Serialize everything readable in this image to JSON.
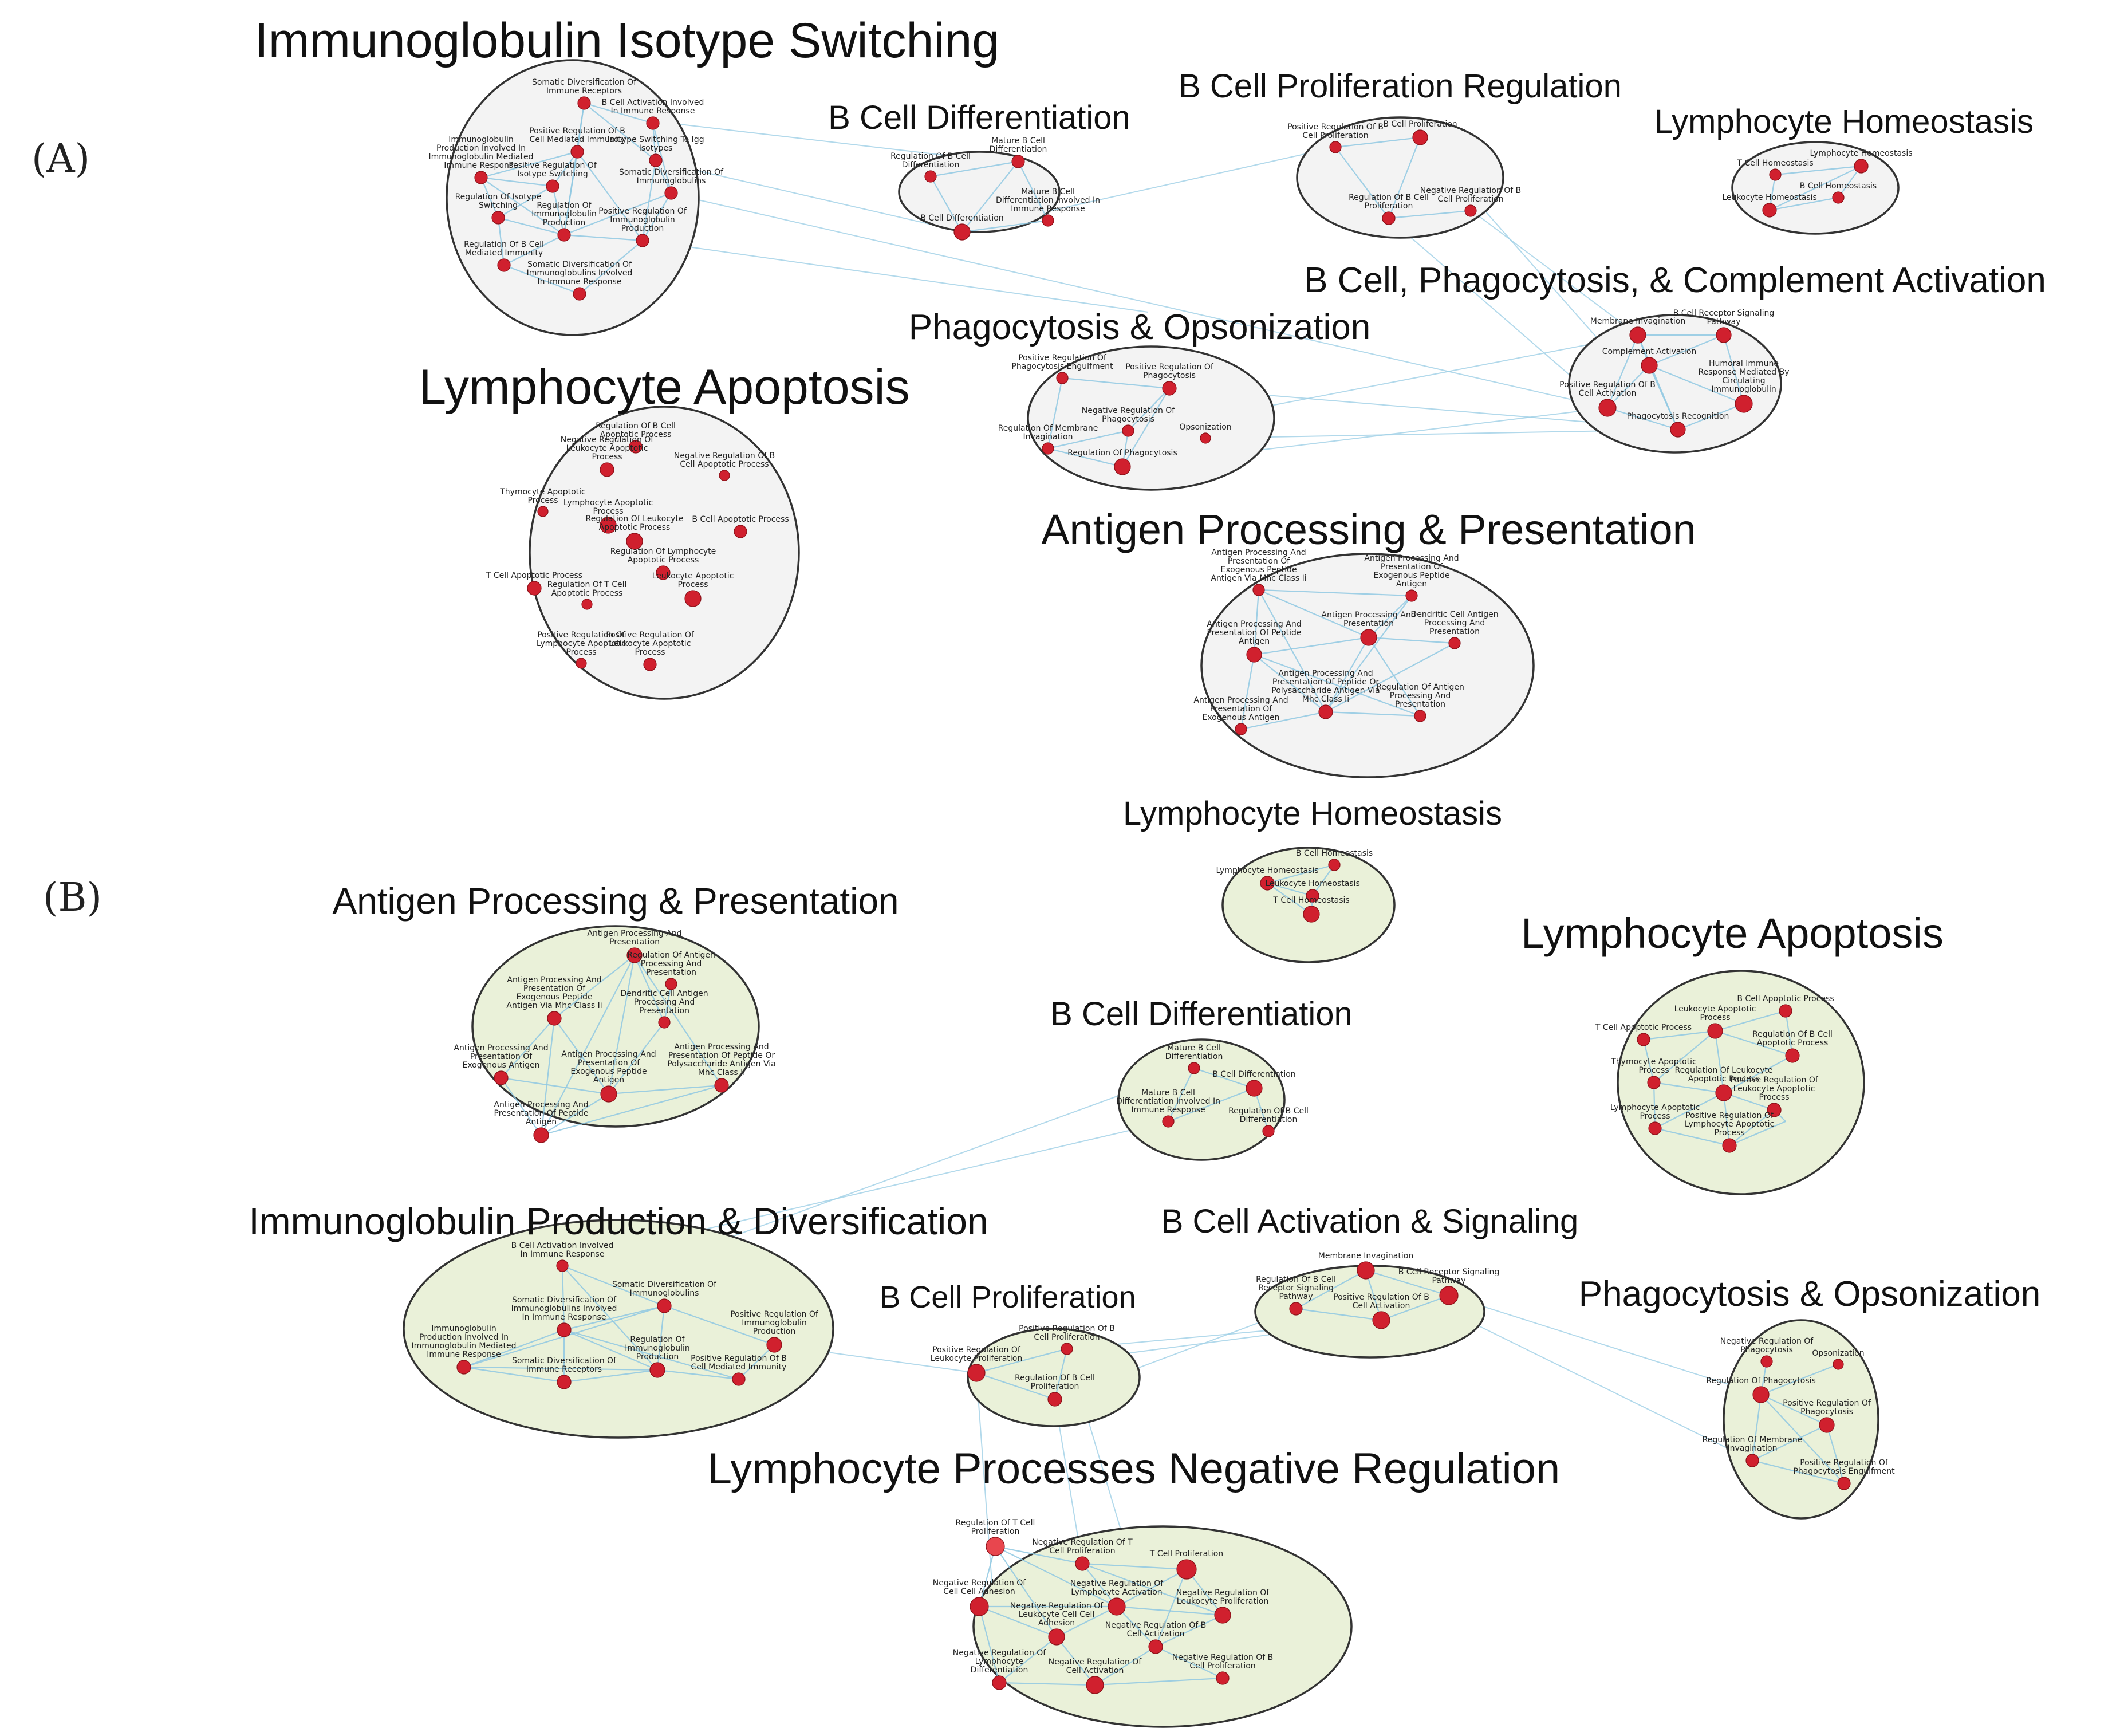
{
  "panels": [
    {
      "id": "A",
      "label": "(A)",
      "clusters": [
        {
          "id": "A_ig",
          "title": "Immunoglobulin Isotype Switching",
          "fill": "#f3f3f3",
          "nodes": [
            [
              "Somatic Diversification Of\nImmune Receptors"
            ],
            [
              "B Cell Activation Involved\nIn Immune Response"
            ],
            [
              "Immunoglobulin\nProduction Involved In\nImmunoglobulin Mediated\nImmune Response"
            ],
            [
              "Positive Regulation Of B\nCell Mediated Immunity"
            ],
            [
              "Isotype Switching To Igg\nIsotypes"
            ],
            [
              "Positive Regulation Of\nIsotype Switching"
            ],
            [
              "Somatic Diversification Of\nImmunoglobulins"
            ],
            [
              "Regulation Of Isotype\nSwitching"
            ],
            [
              "Regulation Of\nImmunoglobulin\nProduction"
            ],
            [
              "Positive Regulation Of\nImmunoglobulin\nProduction"
            ],
            [
              "Regulation Of B Cell\nMediated Immunity"
            ],
            [
              "Somatic Diversification Of\nImmunoglobulins Involved\nIn Immune Response"
            ]
          ]
        },
        {
          "id": "A_bdiff",
          "title": "B Cell Differentiation",
          "fill": "#f3f3f3",
          "nodes": [
            [
              "Regulation Of B Cell\nDifferentiation"
            ],
            [
              "Mature B Cell\nDifferentiation"
            ],
            [
              "Mature B Cell\nDifferentiation Involved In\nImmune Response"
            ],
            [
              "B Cell Differentiation"
            ]
          ]
        },
        {
          "id": "A_bprolif",
          "title": "B Cell Proliferation Regulation",
          "fill": "#f3f3f3",
          "nodes": [
            [
              "Positive Regulation Of B\nCell Proliferation"
            ],
            [
              "B Cell Proliferation"
            ],
            [
              "Negative Regulation Of B\nCell Proliferation"
            ],
            [
              "Regulation Of B Cell\nProliferation"
            ]
          ]
        },
        {
          "id": "A_lhomeo",
          "title": "Lymphocyte Homeostasis",
          "fill": "#f3f3f3",
          "nodes": [
            [
              "T Cell Homeostasis"
            ],
            [
              "Lymphocyte Homeostasis"
            ],
            [
              "B Cell Homeostasis"
            ],
            [
              "Leukocyte Homeostasis"
            ]
          ]
        },
        {
          "id": "A_bpc",
          "title": "B Cell, Phagocytosis, & Complement Activation",
          "fill": "#f3f3f3",
          "nodes": [
            [
              "Membrane Invagination"
            ],
            [
              "B Cell Receptor Signaling\nPathway"
            ],
            [
              "Complement Activation"
            ],
            [
              "Humoral Immune\nResponse Mediated By\nCirculating\nImmunoglobulin"
            ],
            [
              "Positive Regulation Of B\nCell Activation"
            ],
            [
              "Phagocytosis Recognition"
            ]
          ]
        },
        {
          "id": "A_phago",
          "title": "Phagocytosis & Opsonization",
          "fill": "#f3f3f3",
          "nodes": [
            [
              "Positive Regulation Of\nPhagocytosis Engulfment"
            ],
            [
              "Positive Regulation Of\nPhagocytosis"
            ],
            [
              "Negative Regulation Of\nPhagocytosis"
            ],
            [
              "Regulation Of Membrane\nInvagination"
            ],
            [
              "Opsonization"
            ],
            [
              "Regulation Of Phagocytosis"
            ]
          ]
        },
        {
          "id": "A_lapop",
          "title": "Lymphocyte Apoptosis",
          "fill": "#f3f3f3",
          "nodes": [
            [
              "Regulation Of B Cell\nApoptotic Process"
            ],
            [
              "Negative Regulation Of\nLeukocyte Apoptotic\nProcess"
            ],
            [
              "Negative Regulation Of B\nCell Apoptotic Process"
            ],
            [
              "Thymocyte Apoptotic\nProcess"
            ],
            [
              "Lymphocyte Apoptotic\nProcess"
            ],
            [
              "Regulation Of Leukocyte\nApoptotic Process"
            ],
            [
              "B Cell Apoptotic Process"
            ],
            [
              "Regulation Of Lymphocyte\nApoptotic Process"
            ],
            [
              "T Cell Apoptotic Process"
            ],
            [
              "Regulation Of T Cell\nApoptotic Process"
            ],
            [
              "Leukocyte Apoptotic\nProcess"
            ],
            [
              "Positive Regulation Of\nLymphocyte Apoptotic\nProcess"
            ],
            [
              "Positive Regulation Of\nLeukocyte Apoptotic\nProcess"
            ]
          ]
        },
        {
          "id": "A_antigen",
          "title": "Antigen Processing & Presentation",
          "fill": "#f3f3f3",
          "nodes": [
            [
              "Antigen Processing And\nPresentation Of\nExogenous Peptide\nAntigen Via Mhc Class Ii"
            ],
            [
              "Antigen Processing And\nPresentation Of\nExogenous Peptide\nAntigen"
            ],
            [
              "Antigen Processing And\nPresentation Of Peptide\nAntigen"
            ],
            [
              "Antigen Processing And\nPresentation"
            ],
            [
              "Dendritic Cell Antigen\nProcessing And\nPresentation"
            ],
            [
              "Antigen Processing And\nPresentation Of Peptide Or\nPolysaccharide Antigen Via\nMhc Class Ii"
            ],
            [
              "Regulation Of Antigen\nProcessing And\nPresentation"
            ],
            [
              "Antigen Processing And\nPresentation Of\nExogenous Antigen"
            ]
          ]
        }
      ]
    },
    {
      "id": "B",
      "label": "(B)",
      "clusters": [
        {
          "id": "B_lhomeo",
          "title": "Lymphocyte Homeostasis",
          "fill": "#eaf1d9",
          "nodes": [
            [
              "B Cell Homeostasis"
            ],
            [
              "Lymphocyte Homeostasis"
            ],
            [
              "Leukocyte Homeostasis"
            ],
            [
              "T Cell Homeostasis"
            ]
          ]
        },
        {
          "id": "B_antigen",
          "title": "Antigen Processing & Presentation",
          "fill": "#eaf1d9",
          "nodes": [
            [
              "Antigen Processing And\nPresentation"
            ],
            [
              "Regulation Of Antigen\nProcessing And\nPresentation"
            ],
            [
              "Antigen Processing And\nPresentation Of\nExogenous Peptide\nAntigen Via Mhc Class Ii"
            ],
            [
              "Dendritic Cell Antigen\nProcessing And\nPresentation"
            ],
            [
              "Antigen Processing And\nPresentation Of\nExogenous Antigen"
            ],
            [
              "Antigen Processing And\nPresentation Of\nExogenous Peptide\nAntigen"
            ],
            [
              "Antigen Processing And\nPresentation Of Peptide Or\nPolysaccharide Antigen Via\nMhc Class Ii"
            ],
            [
              "Antigen Processing And\nPresentation Of Peptide\nAntigen"
            ]
          ]
        },
        {
          "id": "B_lapop",
          "title": "Lymphocyte Apoptosis",
          "fill": "#eaf1d9",
          "nodes": [
            [
              "B Cell Apoptotic Process"
            ],
            [
              "Leukocyte Apoptotic\nProcess"
            ],
            [
              "T Cell Apoptotic Process"
            ],
            [
              "Regulation Of B Cell\nApoptotic Process"
            ],
            [
              "Thymocyte Apoptotic\nProcess"
            ],
            [
              "Regulation Of Leukocyte\nApoptotic Process"
            ],
            [
              "Positive Regulation Of\nLeukocyte Apoptotic\nProcess"
            ],
            [
              "Lymphocyte Apoptotic\nProcess"
            ],
            [
              "Positive Regulation Of\nLymphocyte Apoptotic\nProcess"
            ]
          ]
        },
        {
          "id": "B_bdiff",
          "title": "B Cell Differentiation",
          "fill": "#eaf1d9",
          "nodes": [
            [
              "Mature B Cell\nDifferentiation"
            ],
            [
              "B Cell Differentiation"
            ],
            [
              "Mature B Cell\nDifferentiation Involved In\nImmune Response"
            ],
            [
              "Regulation Of B Cell\nDifferentiation"
            ]
          ]
        },
        {
          "id": "B_igprod",
          "title": "Immunoglobulin Production & Diversification",
          "fill": "#eaf1d9",
          "nodes": [
            [
              "B Cell Activation Involved\nIn Immune Response"
            ],
            [
              "Somatic Diversification Of\nImmunoglobulins"
            ],
            [
              "Somatic Diversification Of\nImmunoglobulins Involved\nIn Immune Response"
            ],
            [
              "Positive Regulation Of\nImmunoglobulin\nProduction"
            ],
            [
              "Immunoglobulin\nProduction Involved In\nImmunoglobulin Mediated\nImmune Response"
            ],
            [
              "Regulation Of\nImmunoglobulin\nProduction"
            ],
            [
              "Positive Regulation Of B\nCell Mediated Immunity"
            ],
            [
              "Somatic Diversification Of\nImmune Receptors"
            ]
          ]
        },
        {
          "id": "B_bact",
          "title": "B Cell Activation & Signaling",
          "fill": "#eaf1d9",
          "nodes": [
            [
              "Membrane Invagination"
            ],
            [
              "Regulation Of B Cell\nReceptor Signaling\nPathway"
            ],
            [
              "B Cell Receptor Signaling\nPathway"
            ],
            [
              "Positive Regulation Of B\nCell Activation"
            ]
          ]
        },
        {
          "id": "B_bprolif",
          "title": "B Cell Proliferation",
          "fill": "#eaf1d9",
          "nodes": [
            [
              "Positive Regulation Of B\nCell Proliferation"
            ],
            [
              "Positive Regulation Of\nLeukocyte Proliferation"
            ],
            [
              "Regulation Of B Cell\nProliferation"
            ]
          ]
        },
        {
          "id": "B_phago",
          "title": "Phagocytosis & Opsonization",
          "fill": "#eaf1d9",
          "nodes": [
            [
              "Negative Regulation Of\nPhagocytosis"
            ],
            [
              "Opsonization"
            ],
            [
              "Regulation Of Phagocytosis"
            ],
            [
              "Positive Regulation Of\nPhagocytosis"
            ],
            [
              "Regulation Of Membrane\nInvagination"
            ],
            [
              "Positive Regulation Of\nPhagocytosis Engulfment"
            ]
          ]
        },
        {
          "id": "B_lneg",
          "title": "Lymphocyte Processes Negative Regulation",
          "fill": "#eaf1d9",
          "nodes": [
            [
              "Regulation Of T Cell\nProliferation"
            ],
            [
              "Negative Regulation Of T\nCell Proliferation"
            ],
            [
              "T Cell Proliferation"
            ],
            [
              "Negative Regulation Of\nCell Cell Adhesion"
            ],
            [
              "Negative Regulation Of\nLymphocyte Activation"
            ],
            [
              "Negative Regulation Of\nLeukocyte Proliferation"
            ],
            [
              "Negative Regulation Of\nLeukocyte Cell Cell\nAdhesion"
            ],
            [
              "Negative Regulation Of B\nCell Activation"
            ],
            [
              "Negative Regulation Of\nLymphocyte\nDifferentiation"
            ],
            [
              "Negative Regulation Of\nCell Activation"
            ],
            [
              "Negative Regulation Of B\nCell Proliferation"
            ]
          ]
        }
      ]
    }
  ],
  "colors": {
    "node": "#d0202e",
    "node_highlight": "#e8464e",
    "edge": "#8fc8e2",
    "panelA_fill": "#f3f3f3",
    "panelB_fill": "#eaf1d9"
  }
}
